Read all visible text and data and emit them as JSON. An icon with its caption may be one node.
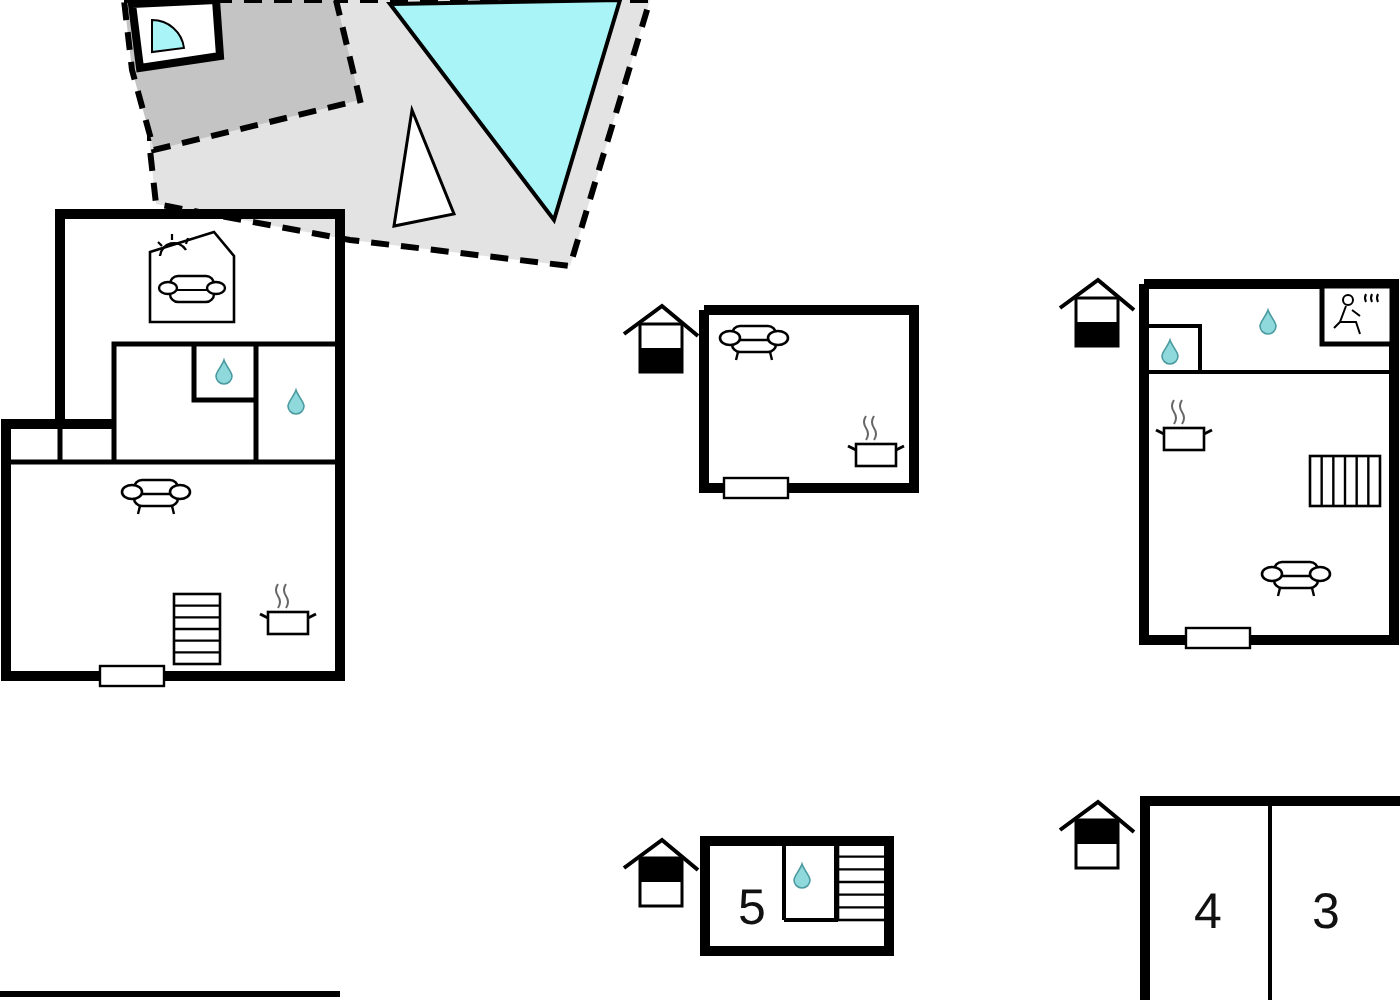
{
  "diagram": {
    "nodes": [
      {
        "text": [
          "5"
        ]
      },
      {
        "text": [
          "4"
        ]
      },
      {
        "text": [
          "3"
        ]
      }
    ]
  }
}
